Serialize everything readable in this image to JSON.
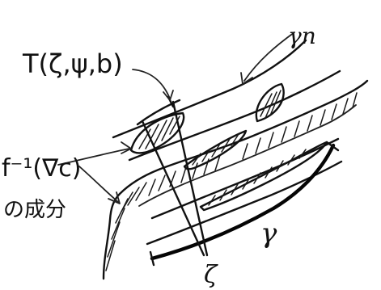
{
  "labels": {
    "tube": "T(ζ,ψ,b)",
    "gamma_n": "γn",
    "gamma": "γ",
    "zeta": "ζ",
    "preimage": "f⁻¹(∇c)",
    "preimage_note": "の成分"
  },
  "colors": {
    "ink": "#111111",
    "paper": "#ffffff"
  }
}
